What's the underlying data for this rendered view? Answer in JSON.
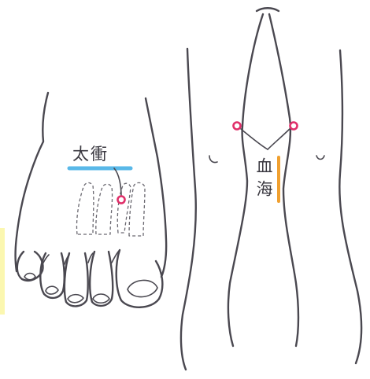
{
  "labels": {
    "foot_point": "太衝",
    "knee_point": "血海"
  },
  "colors": {
    "ink": "#4a4850",
    "point_marker": "#e0306a",
    "foot_underline": "#59b8e8",
    "knee_underline": "#f0a030",
    "left_edge_tint": "#fbf7b0"
  },
  "icons": {
    "foot": "foot-top-view-drawing",
    "legs": "legs-front-view-drawing"
  }
}
